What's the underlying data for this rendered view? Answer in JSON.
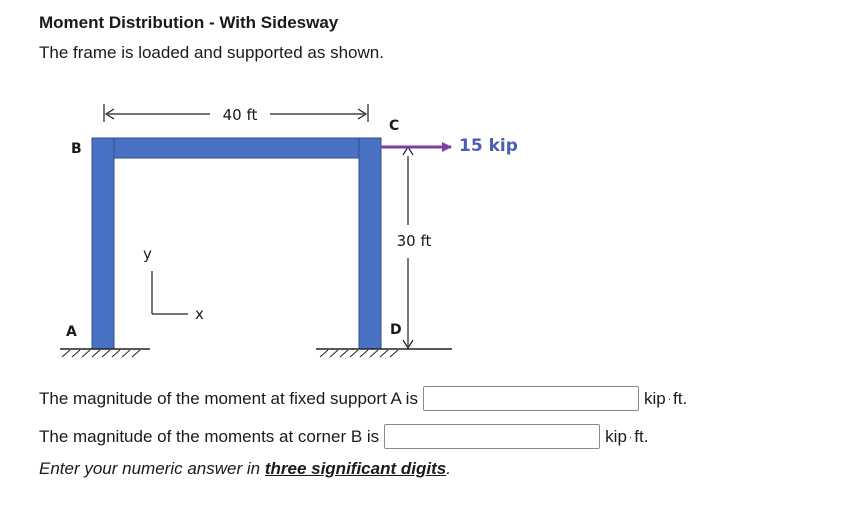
{
  "header": {
    "title": "Moment Distribution - With Sidesway",
    "description": "The frame is loaded and supported as shown."
  },
  "figure": {
    "span_label": "40 ft",
    "height_label": "30 ft",
    "load_label": "15 kip",
    "joint_labels": {
      "A": "A",
      "B": "B",
      "C": "C",
      "D": "D"
    },
    "axis_labels": {
      "x": "x",
      "y": "y"
    },
    "colors": {
      "frame": "#4a72c4",
      "load_arrow": "#7b3fa8",
      "load_text": "#4b5fae"
    }
  },
  "questions": [
    {
      "text": "The magnitude of the moment at fixed support A is",
      "value": "",
      "unit_before": "kip",
      "unit_after": "ft."
    },
    {
      "text": "The magnitude of the moments at corner B is",
      "value": "",
      "unit_before": "kip",
      "unit_after": "ft."
    }
  ],
  "instruction": {
    "prefix": "Enter your numeric answer in ",
    "emphasis": "three significant digits",
    "suffix": "."
  }
}
